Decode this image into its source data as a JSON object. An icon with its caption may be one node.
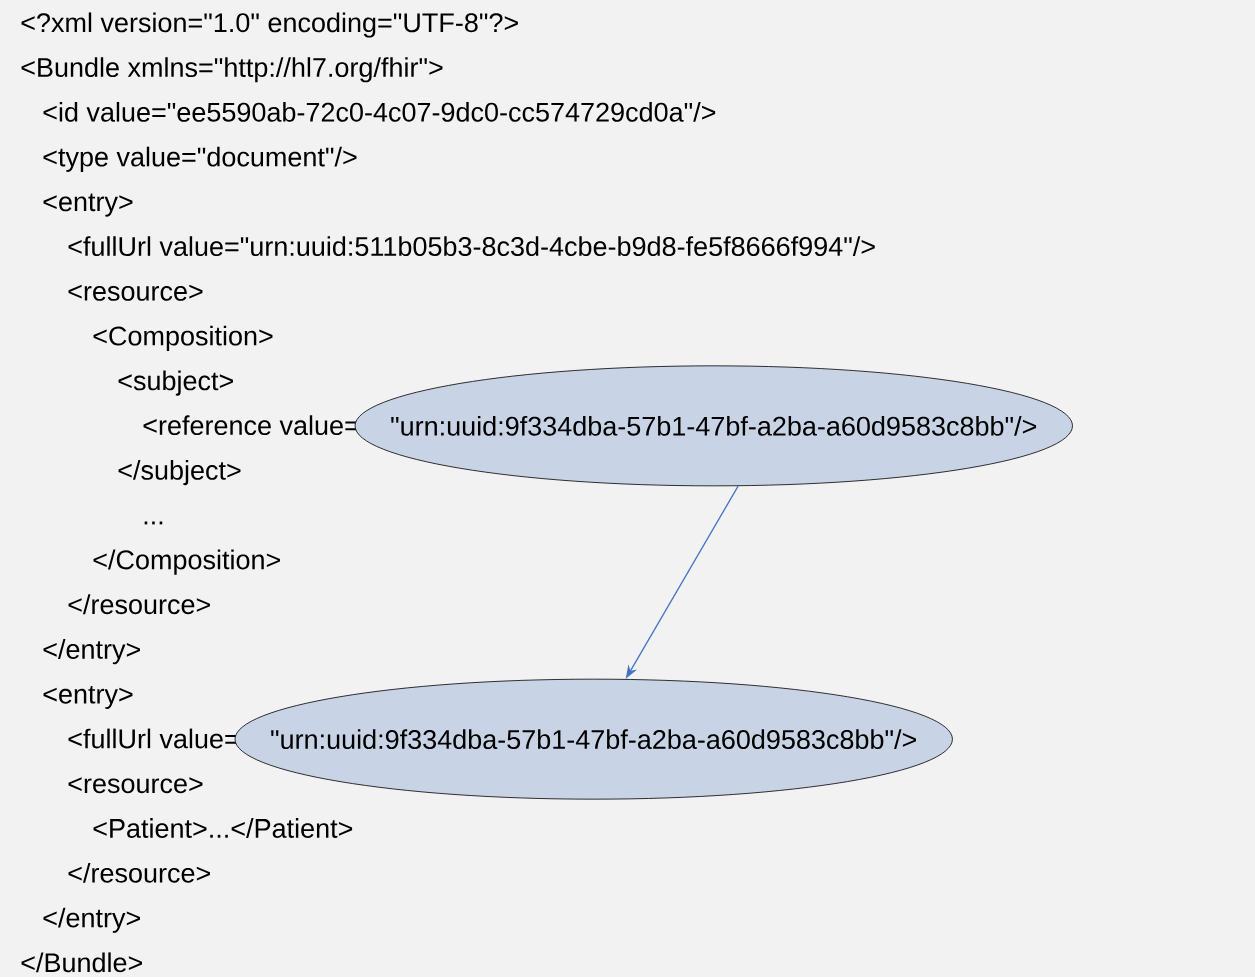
{
  "diagram": {
    "nodes": [
      {
        "text": [
          "\"urn:uuid:9f334dba-57b1-47bf-a2ba-a60d9583c8bb\"/>"
        ]
      },
      {
        "text": [
          "\"urn:uuid:9f334dba-57b1-47bf-a2ba-a60d9583c8bb\"/>"
        ]
      }
    ],
    "edges": [
      {
        "from": 0,
        "to": 1,
        "arrow": "to",
        "color": "#4472c4"
      }
    ],
    "labels": [
      "<?xml version=\"1.0\" encoding=\"UTF-8\"?>",
      "<Bundle xmlns=\"http://hl7.org/fhir\">",
      "<id value=\"ee5590ab-72c0-4c07-9dc0-cc574729cd0a\"/>",
      "<type value=\"document\"/>",
      "<entry>",
      "<fullUrl value=\"urn:uuid:511b05b3-8c3d-4cbe-b9d8-fe5f8666f994\"/>",
      "<resource>",
      "<Composition>",
      "<subject>",
      "<reference value=",
      "</subject>",
      "...",
      "</Composition>",
      "</resource>",
      "</entry>",
      "<entry>",
      "<fullUrl value=",
      "<resource>",
      "<Patient>...</Patient>",
      "</resource>",
      "</entry>",
      "</Bundle>"
    ]
  }
}
